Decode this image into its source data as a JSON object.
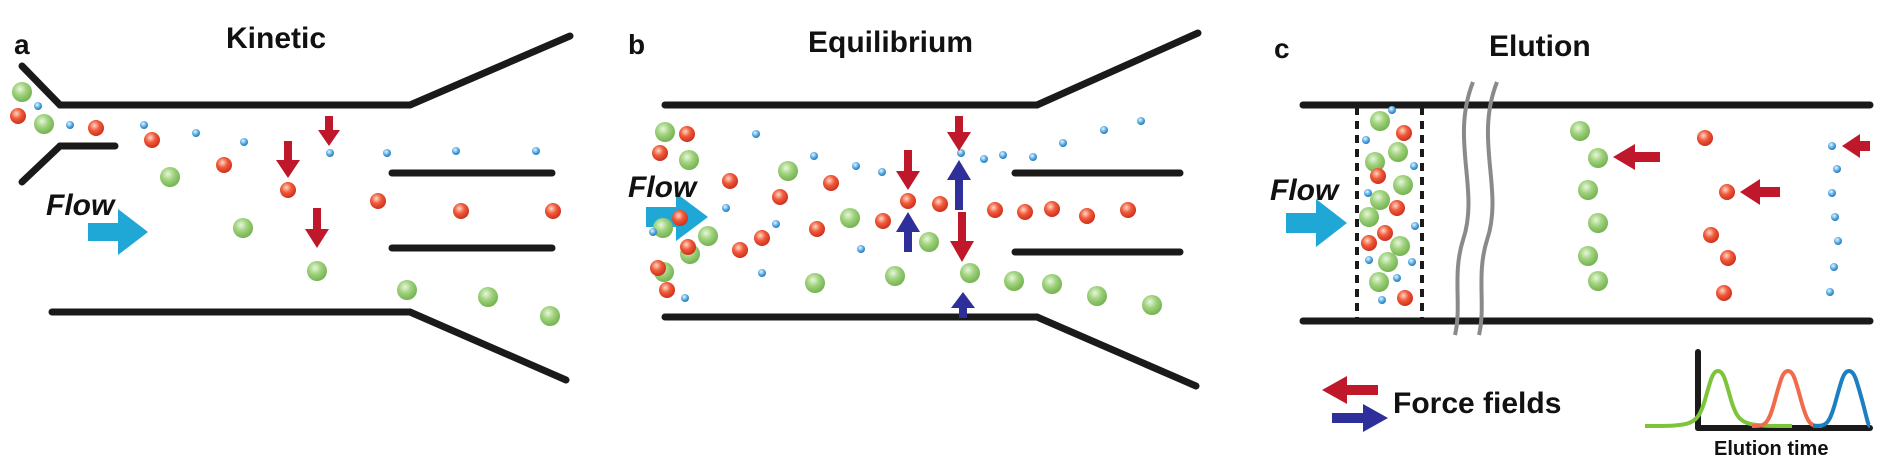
{
  "panels": [
    {
      "letter": "a",
      "title": "Kinetic"
    },
    {
      "letter": "b",
      "title": "Equilibrium"
    },
    {
      "letter": "c",
      "title": "Elution"
    }
  ],
  "flow_label": "Flow",
  "legend": {
    "force_fields": "Force fields"
  },
  "inset": {
    "axis_label": "Elution time"
  },
  "colors": {
    "green_particle": "#8cc86a",
    "red_particle": "#e8392a",
    "blue_particle": "#2f8fd1",
    "flow_arrow": "#1fa7d6",
    "red_arrow": "#c0182b",
    "blue_arrow": "#2e2f9a",
    "peak_green": "#7cc53a",
    "peak_orange": "#f06b4a",
    "peak_blue": "#1c7fc2"
  }
}
